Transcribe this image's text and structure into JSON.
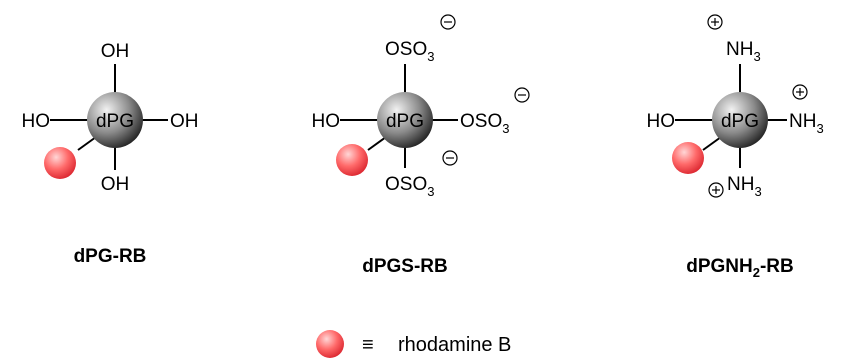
{
  "core_label": "dPG",
  "groups": {
    "oh": "OH",
    "ho": "HO",
    "oso": "OSO",
    "nh": "NH",
    "sub3": "3"
  },
  "compounds": {
    "dpg_rb": {
      "name": "dPG-RB"
    },
    "dpgs_rb": {
      "name": "dPGS-RB"
    },
    "dpgnh2_rb": {
      "name_main": "dPGNH",
      "name_sub": "2",
      "name_tail": "-RB"
    }
  },
  "legend": {
    "equiv": "≡",
    "label": "rhodamine B"
  },
  "colors": {
    "core_light": "#f2f2f2",
    "core_dark": "#1e1e1e",
    "rhodamine_light": "#ffd6d6",
    "rhodamine_dark": "#d8202a"
  }
}
